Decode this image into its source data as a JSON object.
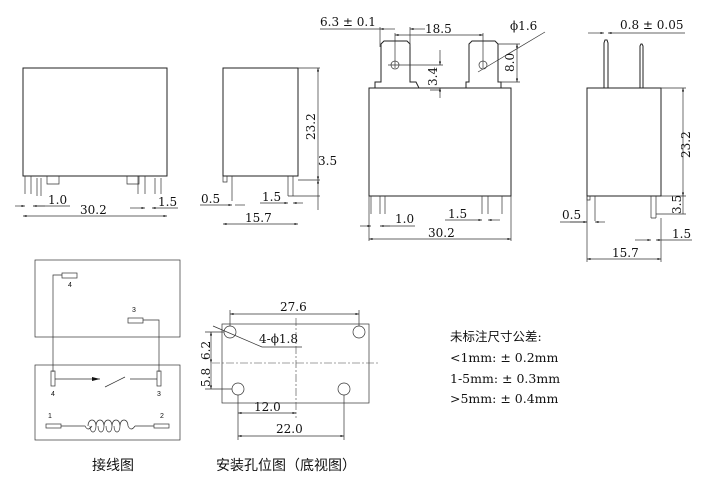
{
  "front_view": {
    "width": "30.2",
    "pin_offset_left": "1.0",
    "pin_width_right": "1.5"
  },
  "side_view": {
    "height": "23.2",
    "pin_length": "3.5",
    "pin_offset": "0.5",
    "pin_width": "1.5",
    "depth": "15.7"
  },
  "qc_front_view": {
    "tab_width": "6.3 ± 0.1",
    "tab_spacing": "18.5",
    "hole_dia": "ϕ1.6",
    "hole_height": "3.4",
    "tab_height": "8.0",
    "pin_offset_left": "1.0",
    "pin_width": "1.5",
    "width": "30.2"
  },
  "qc_side_view": {
    "tab_thickness": "0.8 ± 0.05",
    "height": "23.2",
    "pin_length": "3.5",
    "pin_width": "1.5",
    "pin_offset": "0.5",
    "depth": "15.7"
  },
  "wiring_diagram": {
    "caption": "接线图",
    "terminals": [
      "1",
      "2",
      "3",
      "4"
    ]
  },
  "mounting": {
    "caption": "安装孔位图（底视图）",
    "hole_spacing_top": "27.6",
    "holes": "4-ϕ1.8",
    "upper_offset": "6.2",
    "lower_offset": "5.8",
    "half_spacing": "12.0",
    "bottom_spacing": "22.0"
  },
  "tolerances": {
    "title": "未标注尺寸公差:",
    "lines": [
      "<1mm: ± 0.2mm",
      "1-5mm: ± 0.3mm",
      ">5mm: ± 0.4mm"
    ]
  }
}
